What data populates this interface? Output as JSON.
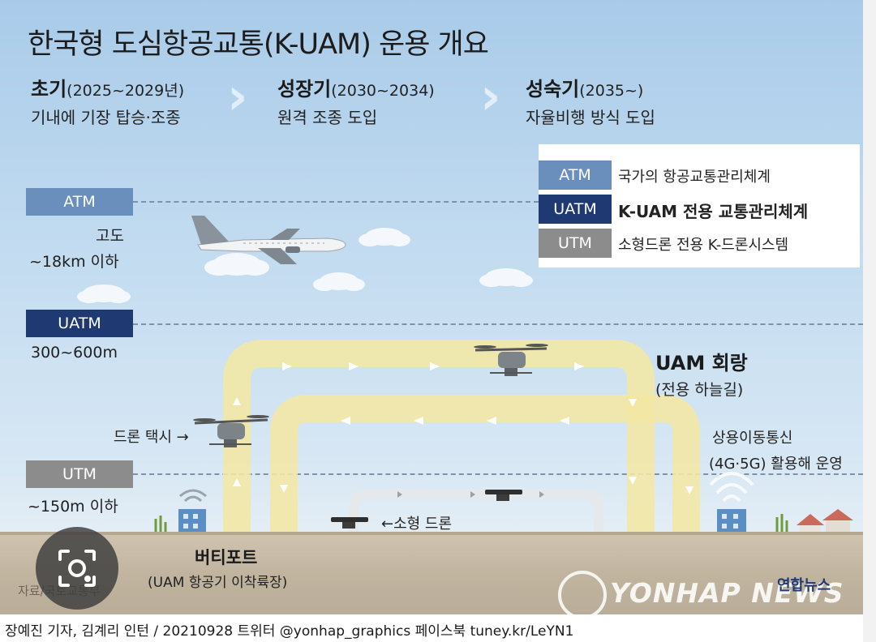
{
  "title": "한국형 도심항공교통(K-UAM) 운용 개요",
  "phases": [
    {
      "name": "초기",
      "years": "(2025~2029년)",
      "desc": "기내에 기장 탑승·조종"
    },
    {
      "name": "성장기",
      "years": "(2030~2034)",
      "desc": "원격 조종 도입"
    },
    {
      "name": "성숙기",
      "years": "(2035~)",
      "desc": "자율비행 방식 도입"
    }
  ],
  "legend": [
    {
      "abbr": "ATM",
      "text": "국가의 항공교통관리체계",
      "color": "#6b8fbd"
    },
    {
      "abbr": "UATM",
      "text": "K-UAM 전용 교통관리체계",
      "color": "#1f3a73"
    },
    {
      "abbr": "UTM",
      "text": "소형드론 전용 K-드론시스템",
      "color": "#8c8c8c"
    }
  ],
  "altitudes": {
    "atm": {
      "label": "ATM",
      "desc_line1": "고도",
      "desc_line2": "~18km 이하",
      "color": "#6b8fbd"
    },
    "uatm": {
      "label": "UATM",
      "desc": "300~600m",
      "color": "#1f3a73"
    },
    "utm": {
      "label": "UTM",
      "desc": "~150m 이하",
      "color": "#8c8c8c"
    }
  },
  "corridor": {
    "title": "UAM 회랑",
    "subtitle": "(전용 하늘길)",
    "color": "#f3e7a4"
  },
  "labels": {
    "drone_taxi": "드론 택시 →",
    "small_drone": "←소형 드론",
    "mobile_line1": "상용이동통신",
    "mobile_line2": "(4G·5G) 활용해 운영",
    "vertiport": "버티포트",
    "vertiport_sub": "(UAM 항공기 이착륙장)"
  },
  "source": "자료/국토교통부",
  "watermark": "YONHAP NEWS",
  "agency_mark": "연합뉴스",
  "byline": "장예진 기자, 김계리 인턴 / 20210928  트위터 @yonhap_graphics  페이스북 tuney.kr/LeYN1",
  "icons": [
    "airplane-icon",
    "cloud-icon",
    "drone-taxi-icon",
    "small-drone-icon",
    "signal-icon",
    "building-icon",
    "lens-icon"
  ]
}
